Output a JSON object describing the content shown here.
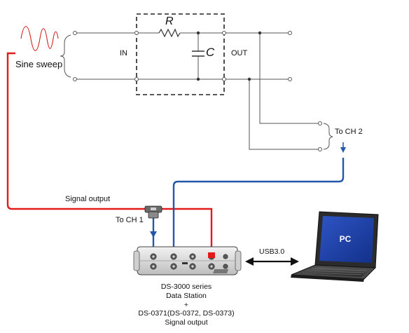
{
  "labels": {
    "r": "R",
    "c": "C",
    "in": "IN",
    "out": "OUT",
    "sine_sweep": "Sine sweep",
    "to_ch2": "To CH 2",
    "signal_output": "Signal output",
    "to_ch1": "To CH 1",
    "usb": "USB3.0",
    "pc": "PC",
    "caption": [
      "DS-3000 series",
      "Data Station",
      "+",
      "DS-0371(DS-0372, DS-0373)",
      "Signal output"
    ]
  },
  "colors": {
    "wire": "#555555",
    "red_cable": "#e31b1b",
    "blue_cable": "#2357a8",
    "screen": "#1e3fa0"
  }
}
